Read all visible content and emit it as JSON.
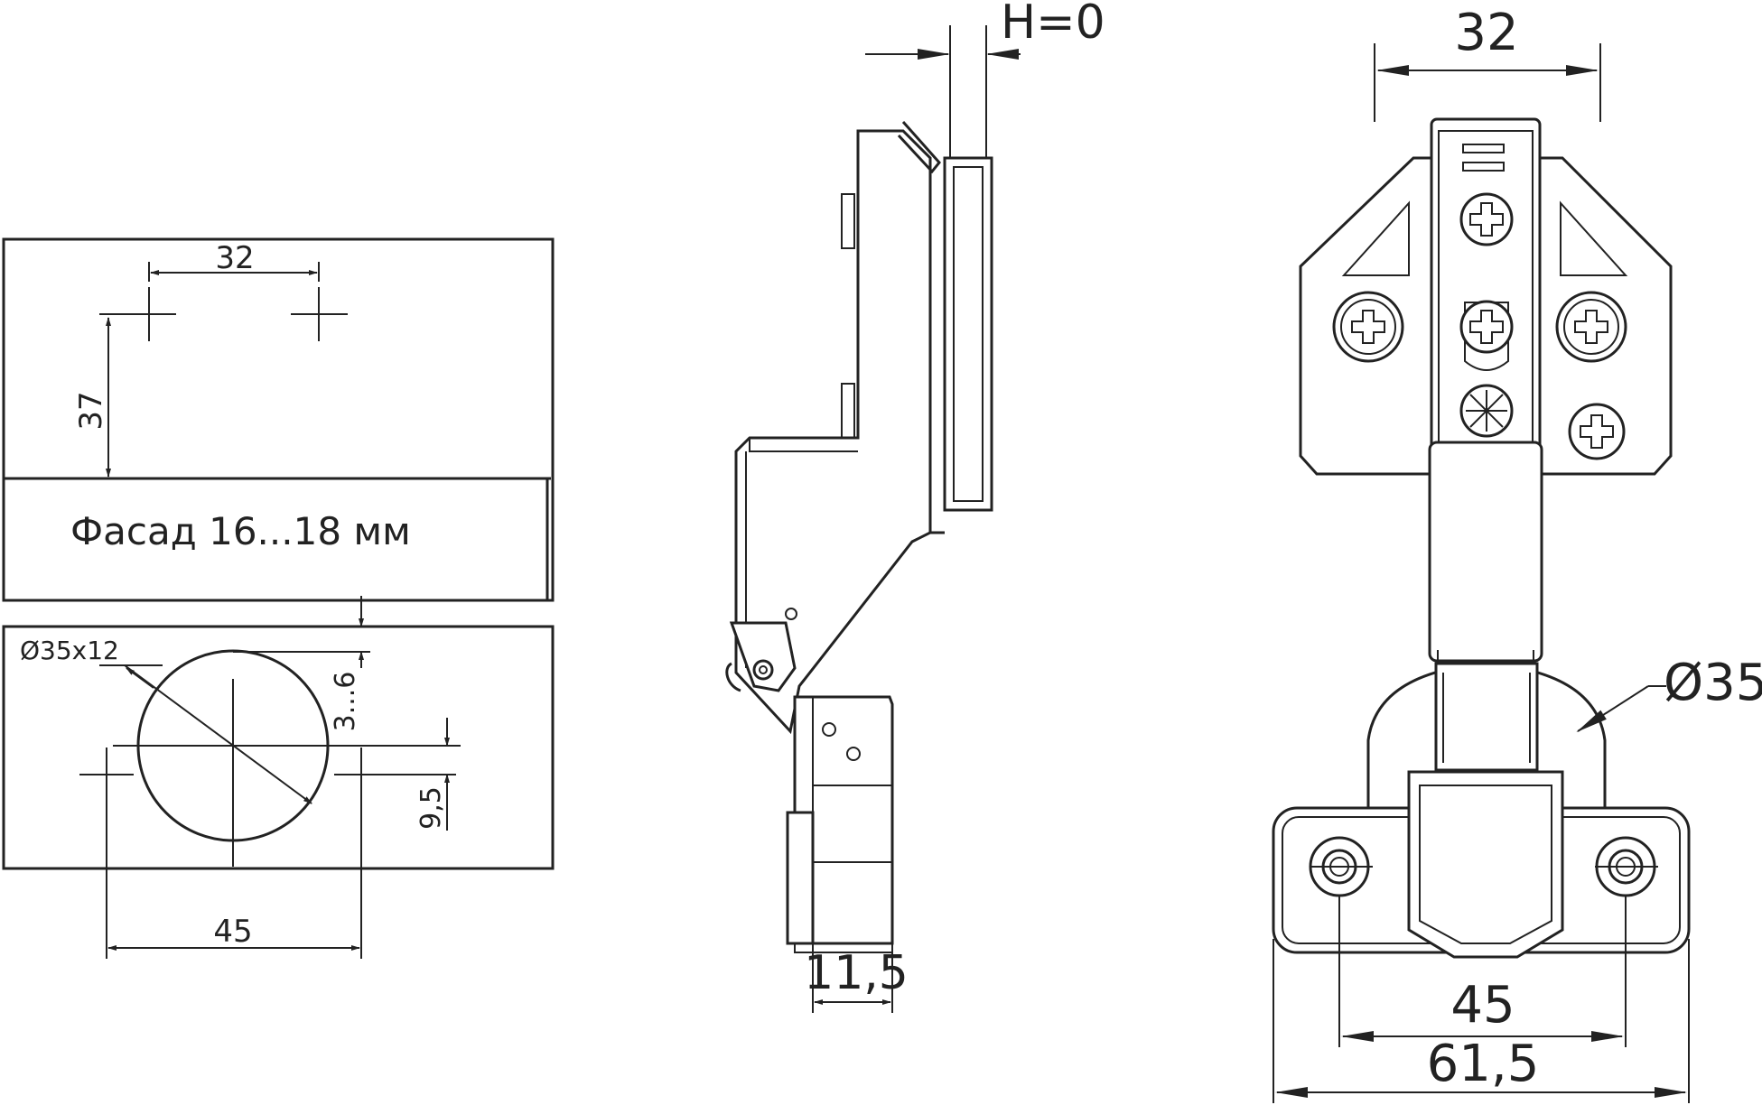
{
  "front_panel": {
    "dim_holes_spacing": "32",
    "dim_holes_height": "37",
    "facade_label": "Фасад 16...18 мм"
  },
  "cup_panel": {
    "cup_size": "Ø35x12",
    "dim_edge_offset": "3...6",
    "dim_screw_offset": "9,5",
    "dim_screw_spacing": "45"
  },
  "side_view": {
    "overlay_label": "H=0",
    "dim_depth": "11,5"
  },
  "front_view": {
    "dim_top_spacing": "32",
    "cup_diameter": "Ø35",
    "dim_base_holes": "45",
    "dim_base_width": "61,5"
  }
}
